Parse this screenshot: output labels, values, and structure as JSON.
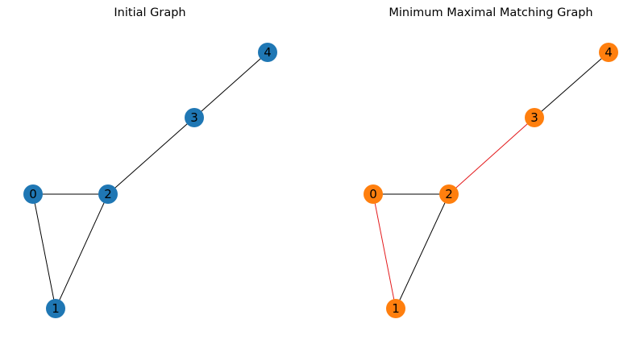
{
  "panels": [
    {
      "title": "Initial Graph",
      "node_color": "#1f77b4",
      "nodes": [
        "0",
        "1",
        "2",
        "3",
        "4"
      ],
      "edges": [
        {
          "from": "0",
          "to": "1",
          "color": "#000000"
        },
        {
          "from": "0",
          "to": "2",
          "color": "#000000"
        },
        {
          "from": "1",
          "to": "2",
          "color": "#000000"
        },
        {
          "from": "2",
          "to": "3",
          "color": "#000000"
        },
        {
          "from": "3",
          "to": "4",
          "color": "#000000"
        }
      ]
    },
    {
      "title": "Minimum Maximal Matching Graph",
      "node_color": "#ff7f0e",
      "nodes": [
        "0",
        "1",
        "2",
        "3",
        "4"
      ],
      "edges": [
        {
          "from": "0",
          "to": "1",
          "color": "#e31a1c"
        },
        {
          "from": "0",
          "to": "2",
          "color": "#000000"
        },
        {
          "from": "1",
          "to": "2",
          "color": "#000000"
        },
        {
          "from": "2",
          "to": "3",
          "color": "#e31a1c"
        },
        {
          "from": "3",
          "to": "4",
          "color": "#000000"
        }
      ]
    }
  ]
}
